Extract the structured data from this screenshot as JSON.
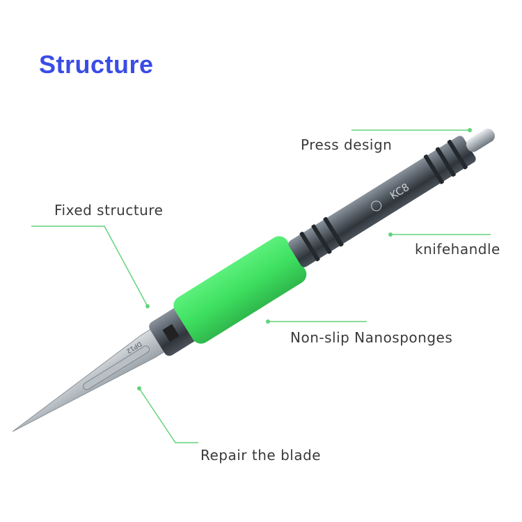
{
  "title": "Structure",
  "labels": {
    "press": "Press design",
    "fixed": "Fixed structure",
    "handle": "knifehandle",
    "sponge": "Non-slip Nanosponges",
    "blade": "Repair the blade"
  },
  "product_marking": "KC8",
  "blade_marking": "DP12",
  "colors": {
    "title": "#3a4ce6",
    "leader": "#62d37c",
    "sponge": "#3ee060",
    "handle": "#4a525c"
  }
}
